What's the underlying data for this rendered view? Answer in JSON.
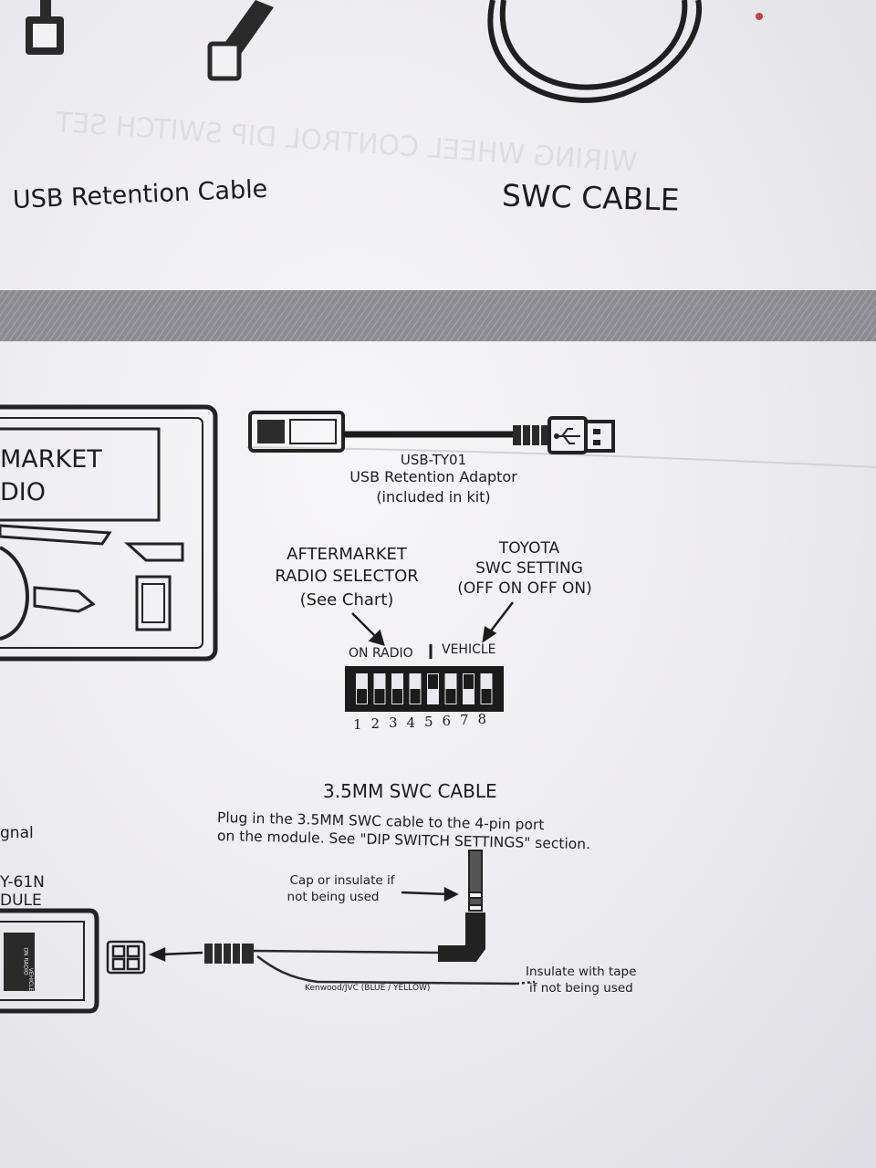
{
  "top_items": {
    "usb_cable_label": "USB Retention Cable",
    "swc_cable_label": "SWC CABLE"
  },
  "show_through": {
    "heading_mirrored": "WIRING WHEEL CONTROL DIP SWITCH SET"
  },
  "radio": {
    "line1": "MARKET",
    "line2": "DIO"
  },
  "usb_adaptor": {
    "part": "USB-TY01",
    "name": "USB Retention Adaptor",
    "note": "(included in kit)"
  },
  "dip": {
    "left_callout": [
      "AFTERMARKET",
      "RADIO SELECTOR",
      "(See Chart)"
    ],
    "right_callout": [
      "TOYOTA",
      "SWC SETTING",
      "(OFF  ON  OFF  ON)"
    ],
    "label_on": "ON",
    "label_radio": "RADIO",
    "label_vehicle": "VEHICLE",
    "numbers": [
      "1",
      "2",
      "3",
      "4",
      "5",
      "6",
      "7",
      "8"
    ],
    "switch_states": [
      "on",
      "on",
      "on",
      "on",
      "off",
      "on",
      "off",
      "on"
    ]
  },
  "swc": {
    "title": "3.5MM SWC CABLE",
    "instruction_line1": "Plug in the 3.5MM SWC cable to the 4-pin port",
    "instruction_line2": "on the module. See \"DIP SWITCH SETTINGS\" section.",
    "cap_note": [
      "Cap or insulate if",
      "not being used"
    ],
    "wire_label": "Kenwood/JVC (BLUE / YELLOW)",
    "tape_note": [
      "Insulate with tape",
      "if not being used"
    ]
  },
  "left_fragments": {
    "signal": "gnal",
    "module_line1": "Y-61N",
    "module_line2": "DULE",
    "module_on_radio": "ON RADIO",
    "module_vehicle": "VEHICLE"
  }
}
